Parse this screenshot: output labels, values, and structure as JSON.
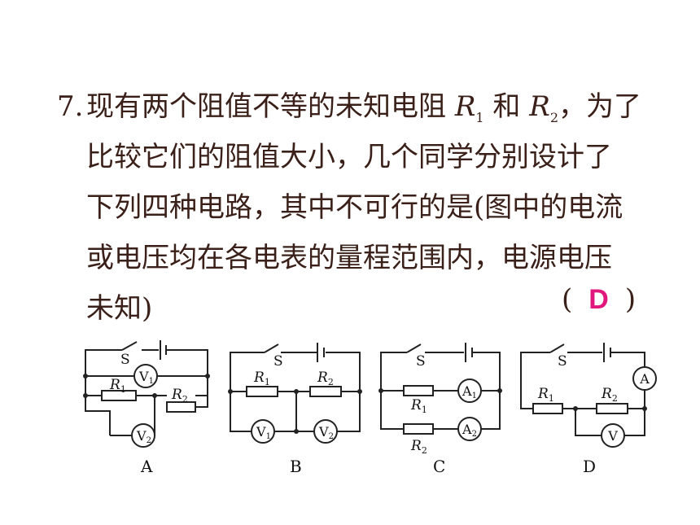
{
  "question": {
    "number": "7.",
    "line1_a": "现有两个阻值不等的未知电阻",
    "r1": "R",
    "r1_sub": "1",
    "line1_b": "和",
    "r2": "R",
    "r2_sub": "2",
    "line1_c": "，为了",
    "line2": "比较它们的阻值大小，几个同学分别设计了",
    "line3": "下列四种电路，其中不可行的是(图中的电流",
    "line4": "或电压均在各电表的量程范围内，电源电压",
    "line5": "未知)",
    "paren_open": "(",
    "answer": "D",
    "paren_close": ")"
  },
  "colors": {
    "text": "#3a2018",
    "answer": "#e0187e"
  },
  "circuits": [
    {
      "label": "A",
      "switch": "S",
      "resistors": [
        {
          "name": "R",
          "sub": "1"
        },
        {
          "name": "R",
          "sub": "2"
        }
      ],
      "meters": [
        {
          "name": "V",
          "sub": "1"
        },
        {
          "name": "V",
          "sub": "2"
        }
      ]
    },
    {
      "label": "B",
      "switch": "S",
      "resistors": [
        {
          "name": "R",
          "sub": "1"
        },
        {
          "name": "R",
          "sub": "2"
        }
      ],
      "meters": [
        {
          "name": "V",
          "sub": "1"
        },
        {
          "name": "V",
          "sub": "2"
        }
      ]
    },
    {
      "label": "C",
      "switch": "S",
      "resistors": [
        {
          "name": "R",
          "sub": "1"
        },
        {
          "name": "R",
          "sub": "2"
        }
      ],
      "meters": [
        {
          "name": "A",
          "sub": "1"
        },
        {
          "name": "A",
          "sub": "2"
        }
      ]
    },
    {
      "label": "D",
      "switch": "S",
      "resistors": [
        {
          "name": "R",
          "sub": "1"
        },
        {
          "name": "R",
          "sub": "2"
        }
      ],
      "meters": [
        {
          "name": "A",
          "sub": ""
        },
        {
          "name": "V",
          "sub": ""
        }
      ]
    }
  ]
}
